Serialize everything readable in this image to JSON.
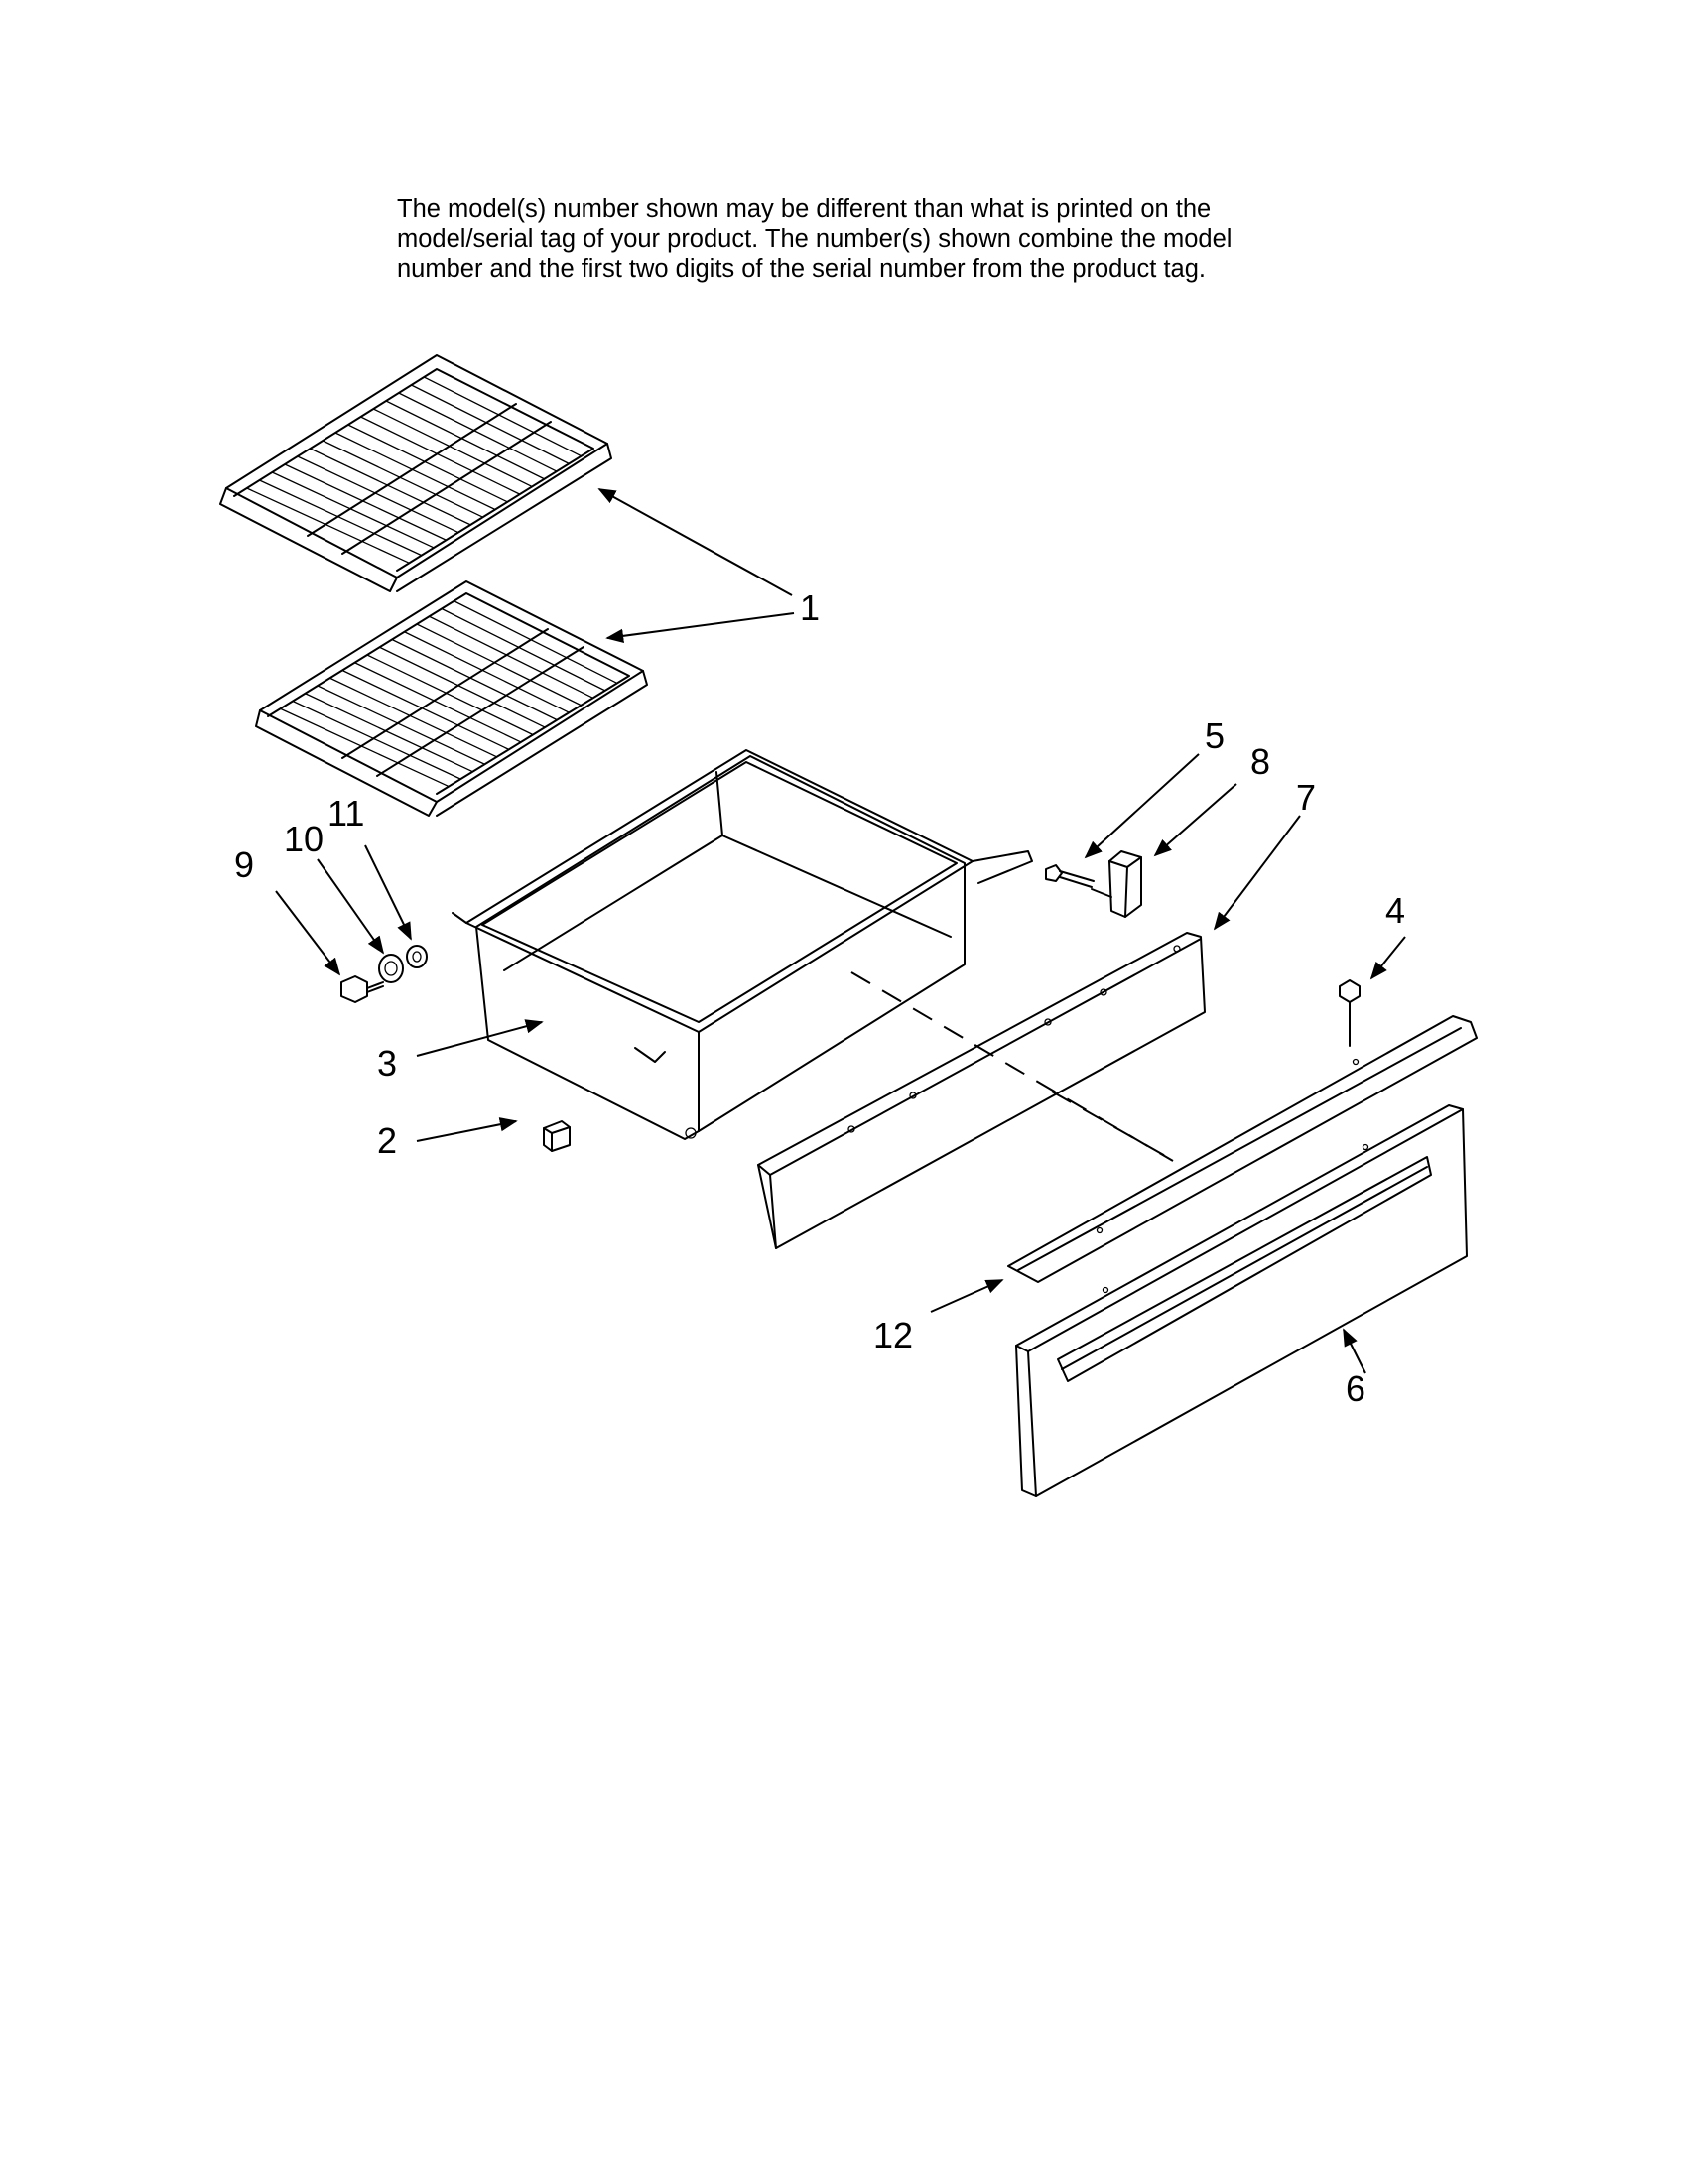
{
  "note": {
    "lines": [
      "The model(s) number shown may be different than what is printed on the",
      "model/serial tag of your product. The number(s) shown combine the model",
      "number and the first two digits of the serial number from the product tag."
    ]
  },
  "callouts": [
    {
      "id": "1",
      "label": "1"
    },
    {
      "id": "2",
      "label": "2"
    },
    {
      "id": "3",
      "label": "3"
    },
    {
      "id": "4",
      "label": "4"
    },
    {
      "id": "5",
      "label": "5"
    },
    {
      "id": "6",
      "label": "6"
    },
    {
      "id": "7",
      "label": "7"
    },
    {
      "id": "8",
      "label": "8"
    },
    {
      "id": "9",
      "label": "9"
    },
    {
      "id": "10",
      "label": "10"
    },
    {
      "id": "11",
      "label": "11"
    },
    {
      "id": "12",
      "label": "12"
    }
  ]
}
